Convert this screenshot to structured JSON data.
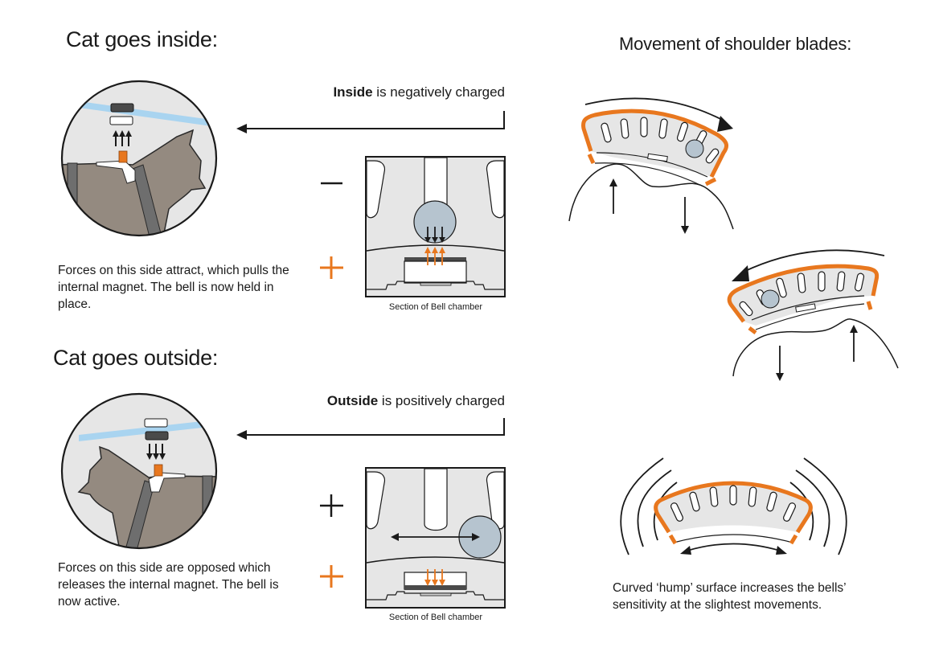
{
  "inside": {
    "heading": "Cat goes inside:",
    "charge_bold": "Inside",
    "charge_rest": " is negatively charged",
    "description": "Forces on this side attract, which pulls the internal magnet. The bell is now held in place.",
    "sign_top": "−",
    "sign_bottom": "+",
    "caption": "Section of Bell chamber"
  },
  "outside": {
    "heading": "Cat goes outside:",
    "charge_bold": "Outside",
    "charge_rest": " is positively charged",
    "description": "Forces on this side are opposed which releases the internal magnet. The bell is now active.",
    "sign_top": "+",
    "sign_bottom": "+",
    "caption": "Section of Bell chamber"
  },
  "movement": {
    "heading": "Movement of shoulder blades:",
    "description": "Curved ‘hump’ surface increases the bells’ sensitivity at the slightest movements."
  },
  "colors": {
    "accent_orange": "#e8771e",
    "cat_body": "#948a80",
    "harness_strap": "#6e6e6e",
    "circle_bg": "#e6e6e6",
    "beam_blue": "#a9d4f0",
    "bell_ball": "#b6c4cf",
    "chamber_fill": "#e6e6e6",
    "magnet_dark": "#4a4a4a"
  }
}
